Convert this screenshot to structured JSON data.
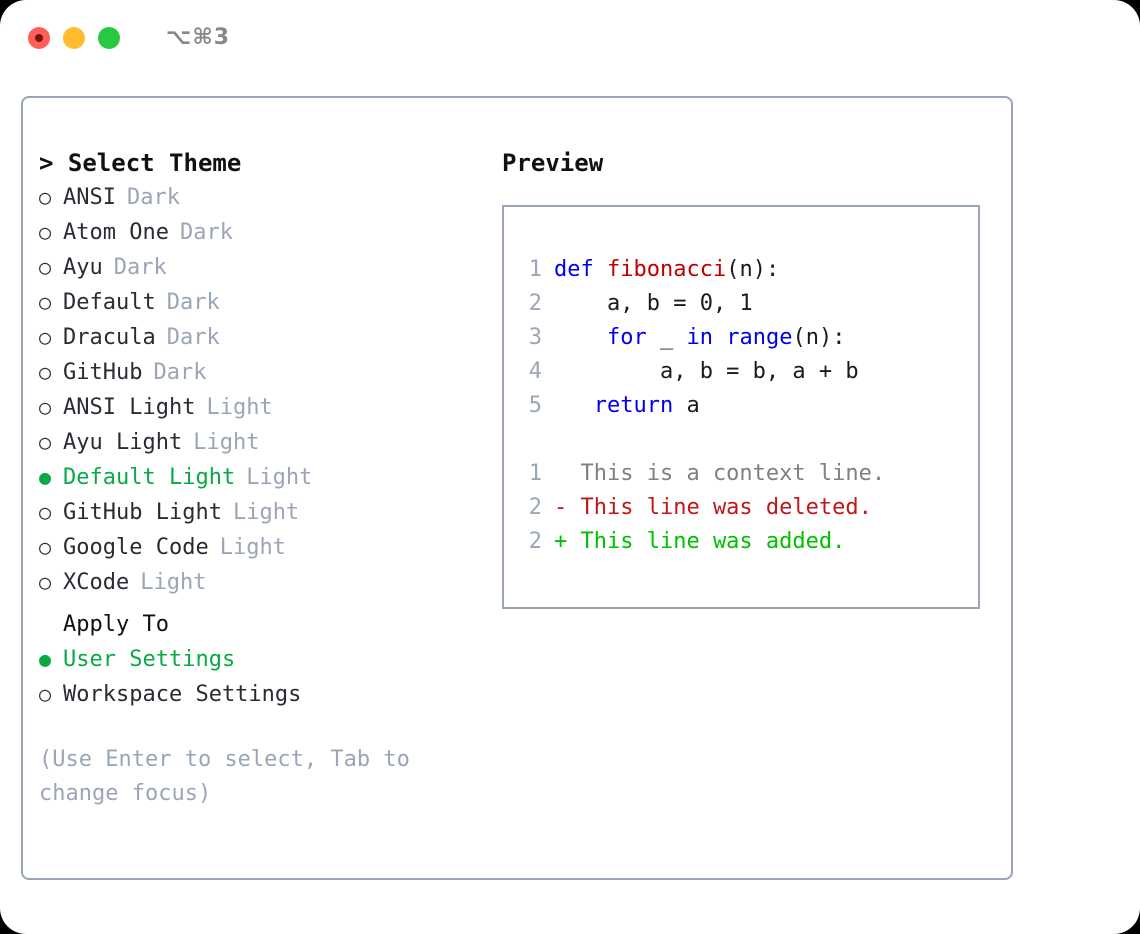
{
  "window": {
    "shortcut": "⌥⌘3",
    "traffic_lights": [
      {
        "name": "close",
        "color": "#ff5f57"
      },
      {
        "name": "minimize",
        "color": "#ffbd2e"
      },
      {
        "name": "maximize",
        "color": "#28c840"
      }
    ]
  },
  "theme_panel": {
    "header": "> Select Theme",
    "selected_bullet": "●",
    "unselected_bullet": "○",
    "accent_color": "#09aa45",
    "muted_color": "#9aa6b7",
    "items": [
      {
        "name": "ANSI",
        "tag": "Dark",
        "selected": false
      },
      {
        "name": "Atom One",
        "tag": "Dark",
        "selected": false
      },
      {
        "name": "Ayu",
        "tag": "Dark",
        "selected": false
      },
      {
        "name": "Default",
        "tag": "Dark",
        "selected": false
      },
      {
        "name": "Dracula",
        "tag": "Dark",
        "selected": false
      },
      {
        "name": "GitHub",
        "tag": "Dark",
        "selected": false
      },
      {
        "name": "ANSI Light",
        "tag": "Light",
        "selected": false
      },
      {
        "name": "Ayu Light",
        "tag": "Light",
        "selected": false
      },
      {
        "name": "Default Light",
        "tag": "Light",
        "selected": true
      },
      {
        "name": "GitHub Light",
        "tag": "Light",
        "selected": false
      },
      {
        "name": "Google Code",
        "tag": "Light",
        "selected": false
      },
      {
        "name": "XCode",
        "tag": "Light",
        "selected": false
      }
    ]
  },
  "apply_to": {
    "header": "Apply To",
    "items": [
      {
        "label": "User Settings",
        "selected": true
      },
      {
        "label": "Workspace Settings",
        "selected": false
      }
    ]
  },
  "hint": "(Use Enter to select, Tab to change focus)",
  "preview": {
    "title": "Preview",
    "code_lines": [
      {
        "number": "1",
        "tokens": [
          {
            "text": "def ",
            "type": "kw"
          },
          {
            "text": "fibonacci",
            "type": "fn"
          },
          {
            "text": "(n):",
            "type": "plain"
          }
        ]
      },
      {
        "number": "2",
        "tokens": [
          {
            "text": "    a, b = 0, 1",
            "type": "plain"
          }
        ]
      },
      {
        "number": "3",
        "tokens": [
          {
            "text": "    ",
            "type": "plain"
          },
          {
            "text": "for",
            "type": "kw"
          },
          {
            "text": " _ ",
            "type": "plain"
          },
          {
            "text": "in",
            "type": "kw"
          },
          {
            "text": " ",
            "type": "plain"
          },
          {
            "text": "range",
            "type": "kw"
          },
          {
            "text": "(n):",
            "type": "plain"
          }
        ]
      },
      {
        "number": "4",
        "tokens": [
          {
            "text": "        a, b = b, a + b",
            "type": "plain"
          }
        ]
      },
      {
        "number": "5",
        "tokens": [
          {
            "text": "   ",
            "type": "plain"
          },
          {
            "text": "return",
            "type": "kw"
          },
          {
            "text": " a",
            "type": "plain"
          }
        ]
      }
    ],
    "diff_lines": [
      {
        "number": "1",
        "marker": " ",
        "text": "  This is a context line.",
        "kind": "context"
      },
      {
        "number": "2",
        "marker": "-",
        "text": "- This line was deleted.",
        "kind": "deleted"
      },
      {
        "number": "2",
        "marker": "+",
        "text": "+ This line was added.",
        "kind": "added"
      }
    ]
  }
}
